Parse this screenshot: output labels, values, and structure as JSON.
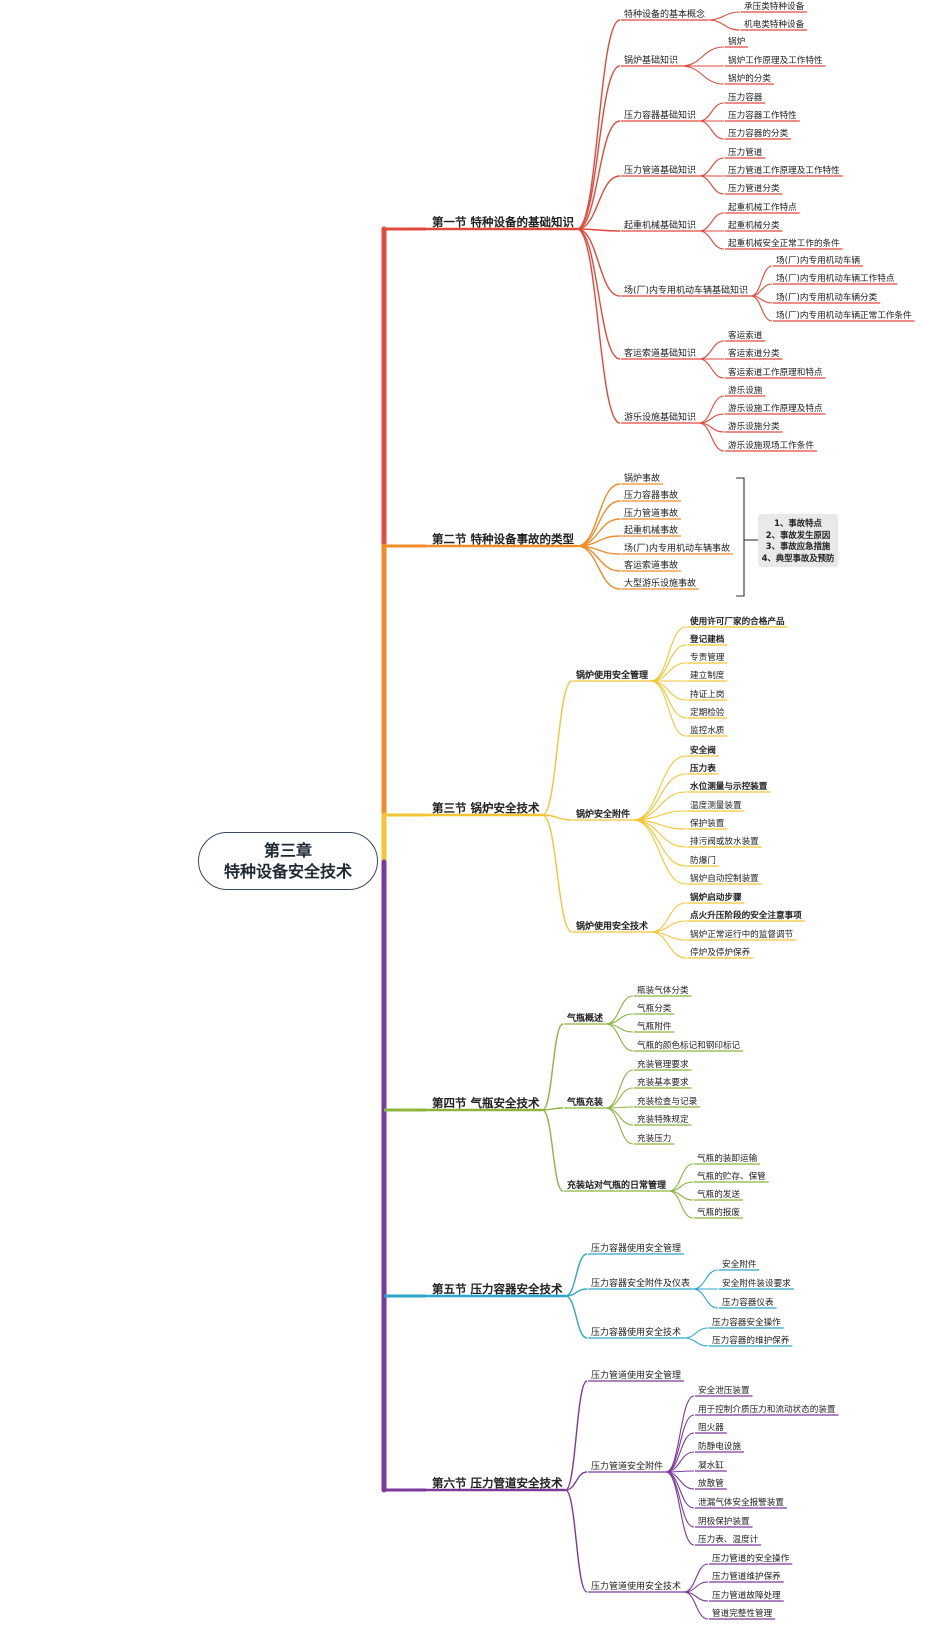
{
  "root": {
    "line1": "第三章",
    "line2": "特种设备安全技术"
  },
  "branches": [
    {
      "label": "第一节 特种设备的基础知识",
      "color": "#e04a3c",
      "children": [
        {
          "label": "特种设备的基本概念",
          "children": [
            "承压类特种设备",
            "机电类特种设备"
          ]
        },
        {
          "label": "锅炉基础知识",
          "children": [
            "锅炉",
            "锅炉工作原理及工作特性",
            "锅炉的分类"
          ]
        },
        {
          "label": "压力容器基础知识",
          "children": [
            "压力容器",
            "压力容器工作特性",
            "压力容器的分类"
          ]
        },
        {
          "label": "压力管道基础知识",
          "children": [
            "压力管道",
            "压力管道工作原理及工作特性",
            "压力管道分类"
          ]
        },
        {
          "label": "起重机械基础知识",
          "children": [
            "起重机械工作特点",
            "起重机械分类",
            "起重机械安全正常工作的条件"
          ]
        },
        {
          "label": "场(厂)内专用机动车辆基础知识",
          "children": [
            "场(厂)内专用机动车辆",
            "场(厂)内专用机动车辆工作特点",
            "场(厂)内专用机动车辆分类",
            "场(厂)内专用机动车辆正常工作条件"
          ]
        },
        {
          "label": "客运索道基础知识",
          "children": [
            "客运索道",
            "客运索道分类",
            "客运索道工作原理和特点"
          ]
        },
        {
          "label": "游乐设施基础知识",
          "children": [
            "游乐设施",
            "游乐设施工作原理及特点",
            "游乐设施分类",
            "游乐设施现场工作条件"
          ]
        }
      ]
    },
    {
      "label": "第二节 特种设备事故的类型",
      "color": "#f08c2a",
      "children": [
        {
          "label": "锅炉事故",
          "children": []
        },
        {
          "label": "压力容器事故",
          "children": []
        },
        {
          "label": "压力管道事故",
          "children": []
        },
        {
          "label": "起重机械事故",
          "children": []
        },
        {
          "label": "场(厂)内专用机动车辆事故",
          "children": []
        },
        {
          "label": "客运索道事故",
          "children": []
        },
        {
          "label": "大型游乐设施事故",
          "children": []
        }
      ]
    },
    {
      "label": "第三节 锅炉安全技术",
      "color": "#f3c534",
      "children": [
        {
          "label": "锅炉使用安全管理",
          "children": [
            "使用许可厂家的合格产品",
            "登记建档",
            "专责管理",
            "建立制度",
            "持证上岗",
            "定期检验",
            "监控水质"
          ]
        },
        {
          "label": "锅炉安全附件",
          "children": [
            "安全阀",
            "压力表",
            "水位测量与示控装置",
            "温度测量装置",
            "保护装置",
            "排污阀或放水装置",
            "防爆门",
            "锅炉自动控制装置"
          ]
        },
        {
          "label": "锅炉使用安全技术",
          "children": [
            "锅炉启动步骤",
            "点火升压阶段的安全注意事项",
            "锅炉正常运行中的监督调节",
            "停炉及停炉保养"
          ]
        }
      ]
    },
    {
      "label": "第四节 气瓶安全技术",
      "color": "#8cb43e",
      "children": [
        {
          "label": "气瓶概述",
          "children": [
            "瓶装气体分类",
            "气瓶分类",
            "气瓶附件",
            "气瓶的颜色标记和钢印标记"
          ]
        },
        {
          "label": "气瓶充装",
          "children": [
            "充装管理要求",
            "充装基本要求",
            "充装检查与记录",
            "充装特殊规定",
            "充装压力"
          ]
        },
        {
          "label": "充装站对气瓶的日常管理",
          "children": [
            "气瓶的装卸运输",
            "气瓶的贮存、保管",
            "气瓶的发送",
            "气瓶的报废"
          ]
        }
      ]
    },
    {
      "label": "第五节 压力容器安全技术",
      "color": "#2aa6c8",
      "children": [
        {
          "label": "压力容器使用安全管理",
          "children": []
        },
        {
          "label": "压力容器安全附件及仪表",
          "children": [
            "安全附件",
            "安全附件装设要求",
            "压力容器仪表"
          ]
        },
        {
          "label": "压力容器使用安全技术",
          "children": [
            "压力容器安全操作",
            "压力容器的维护保养"
          ]
        }
      ]
    },
    {
      "label": "第六节 压力管道安全技术",
      "color": "#7a3a9a",
      "children": [
        {
          "label": "压力管道使用安全管理",
          "children": []
        },
        {
          "label": "压力管道安全附件",
          "children": [
            "安全泄压装置",
            "用于控制介质压力和流动状态的装置",
            "阻火器",
            "防静电设施",
            "凝水缸",
            "放散管",
            "泄漏气体安全报警装置",
            "阴极保护装置",
            "压力表、温度计"
          ]
        },
        {
          "label": "压力管道使用安全技术",
          "children": [
            "压力管道的安全操作",
            "压力管道维护保养",
            "压力管道故障处理",
            "管道完整性管理"
          ]
        }
      ]
    }
  ],
  "accident_notes": [
    "1、事故特点",
    "2、事故发生原因",
    "3、事故应急措施",
    "4、典型事故及预防"
  ],
  "bold_items": [
    "使用许可厂家的合格产品",
    "登记建档",
    "安全阀",
    "压力表",
    "水位测量与示控装置",
    "锅炉启动步骤",
    "点火升压阶段的安全注意事项"
  ]
}
